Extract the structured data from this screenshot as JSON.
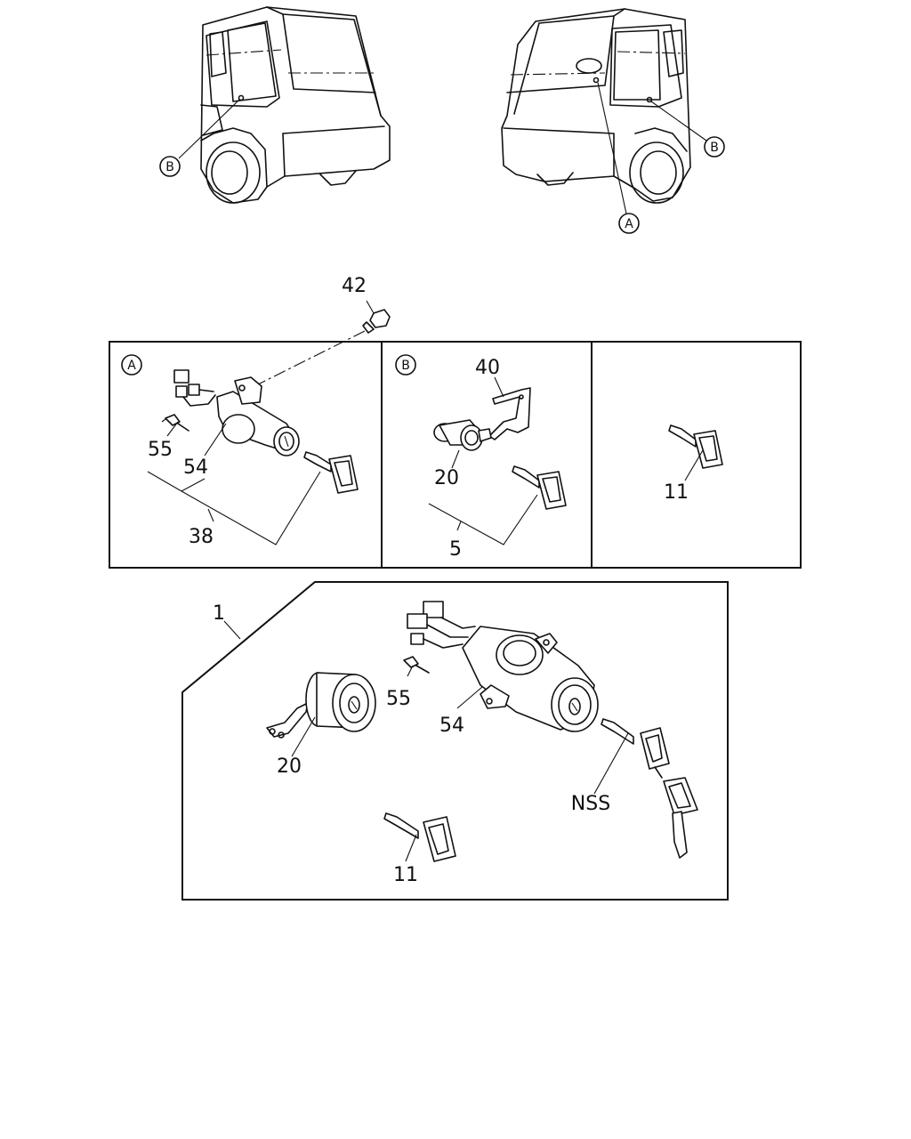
{
  "callouts": {
    "cab_left_b": "B",
    "cab_right_b": "B",
    "cab_right_a": "A",
    "panel_a_marker": "A",
    "panel_b_marker": "B"
  },
  "labels": {
    "p42": "42",
    "p55_a": "55",
    "p54_a": "54",
    "p38": "38",
    "p40": "40",
    "p20_b": "20",
    "p5": "5",
    "p11_c": "11",
    "p1": "1",
    "p55_kit": "55",
    "p54_kit": "54",
    "p20_kit": "20",
    "pNSS": "NSS",
    "p11_kit": "11"
  }
}
